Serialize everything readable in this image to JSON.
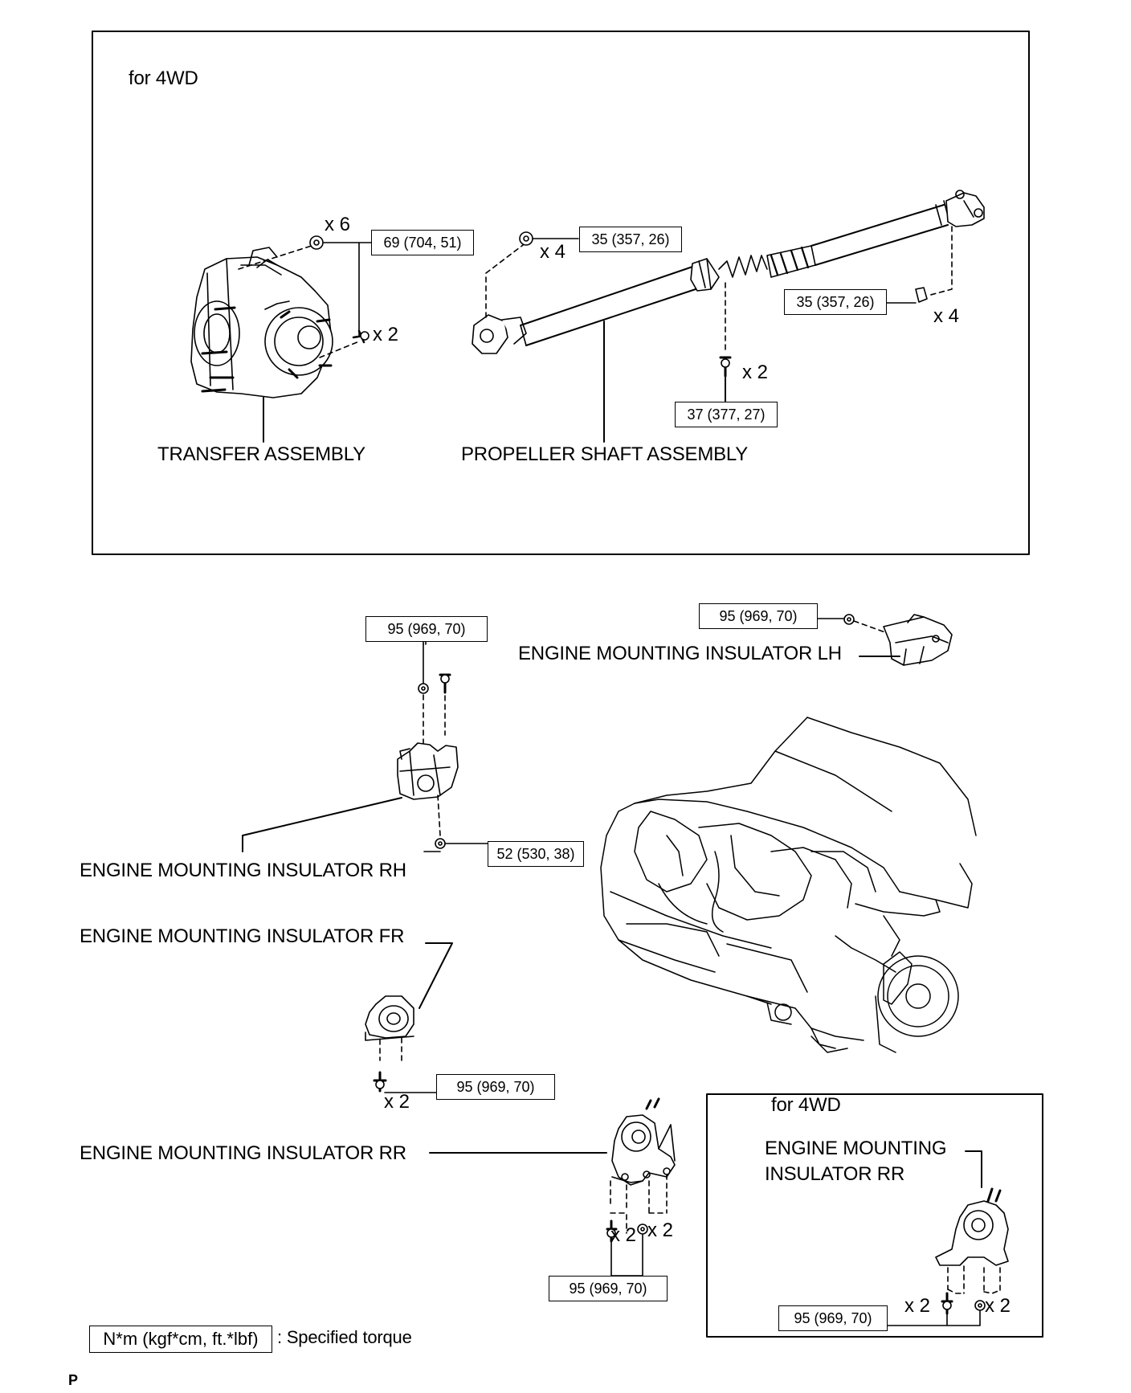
{
  "top_panel": {
    "heading": "for 4WD"
  },
  "labels": {
    "transfer": "TRANSFER ASSEMBLY",
    "propeller": "PROPELLER SHAFT ASSEMBLY",
    "emi_lh": "ENGINE MOUNTING INSULATOR LH",
    "emi_rh": "ENGINE MOUNTING INSULATOR RH",
    "emi_fr": "ENGINE MOUNTING INSULATOR FR",
    "emi_rr": "ENGINE MOUNTING INSULATOR RR"
  },
  "torques": {
    "transfer_bolts": "69 (704, 51)",
    "prop_front": "35 (357, 26)",
    "prop_rear": "35 (357, 26)",
    "prop_center": "37 (377, 27)",
    "rh_top": "95 (969, 70)",
    "lh": "95 (969, 70)",
    "rh_bottom": "52 (530, 38)",
    "fr": "95 (969, 70)",
    "rr": "95 (969, 70)",
    "rr_4wd": "95 (969, 70)"
  },
  "quantities": {
    "transfer_nut": "x 6",
    "transfer_bolt": "x 2",
    "prop_front": "x 4",
    "prop_rear": "x 4",
    "prop_center": "x 2",
    "fr": "x 2",
    "rr_bolt": "x 2",
    "rr_nut": "x 2",
    "rr4_bolt": "x 2",
    "rr4_nut": "x 2"
  },
  "inset_4wd": {
    "heading": "for 4WD",
    "label_line1": "ENGINE MOUNTING",
    "label_line2": "INSULATOR RR"
  },
  "legend": {
    "unit": "N*m (kgf*cm, ft.*lbf)",
    "text": ": Specified torque"
  },
  "page_code": "P"
}
